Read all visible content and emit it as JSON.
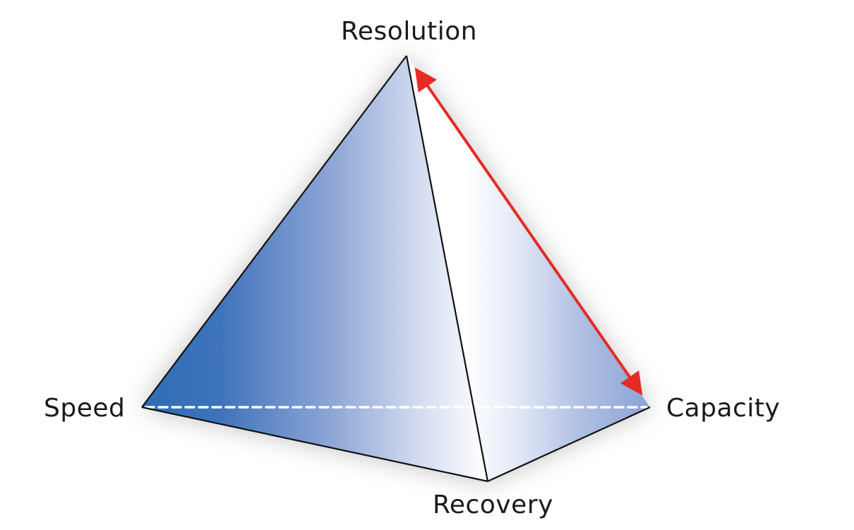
{
  "diagram": {
    "title": "Resolution–Speed–Capacity–Recovery pyramid",
    "vertices": {
      "top": {
        "label": "Resolution"
      },
      "left": {
        "label": "Speed"
      },
      "right": {
        "label": "Capacity"
      },
      "bottom": {
        "label": "Recovery"
      }
    },
    "colors": {
      "face_dark": "#2e6db5",
      "face_mid": "#8ea6d6",
      "face_light": "#ffffff",
      "edge": "#111111",
      "arrow": "#e52b24",
      "hidden_edge": "#ffffff"
    },
    "arrow": {
      "from": "Resolution",
      "to": "Capacity",
      "direction": "double-headed"
    },
    "hidden_edge": {
      "from": "Speed",
      "to": "Capacity",
      "style": "dashed"
    }
  }
}
